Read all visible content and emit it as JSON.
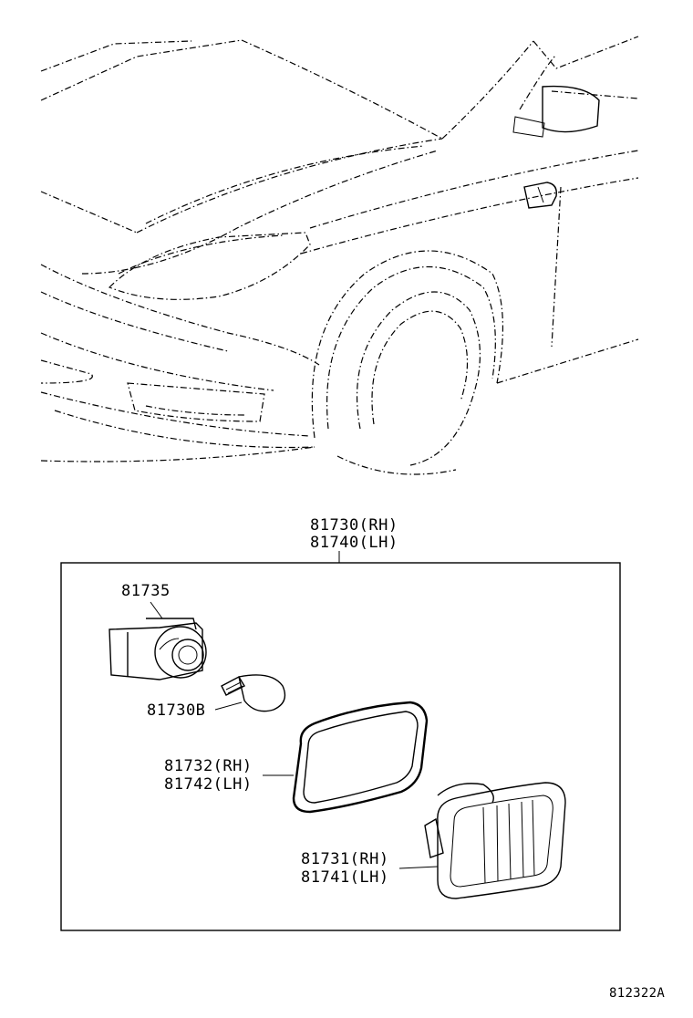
{
  "assembly": {
    "rh": "81730(RH)",
    "lh": "81740(LH)"
  },
  "parts": {
    "socket": "81735",
    "bulb": "81730B",
    "gasket_rh": "81732(RH)",
    "gasket_lh": "81742(LH)",
    "lens_rh": "81731(RH)",
    "lens_lh": "81741(LH)"
  },
  "figure_code": "812322A"
}
